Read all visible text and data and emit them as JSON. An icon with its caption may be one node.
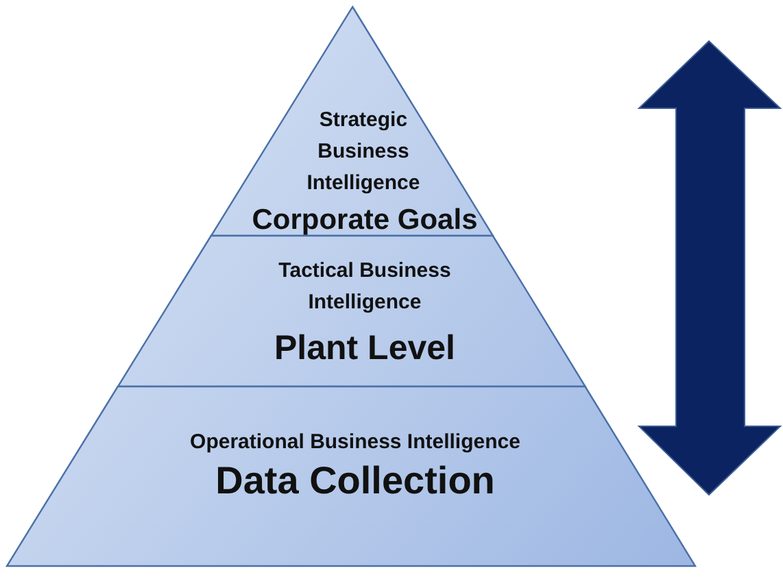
{
  "diagram": {
    "nodes": [
      {
        "text": [
          "Strategic Business Intelligence",
          "Corporate Goals"
        ]
      },
      {
        "text": [
          "Tactical Business Intelligence",
          "Plant Level"
        ]
      },
      {
        "text": [
          "Operational Business Intelligence",
          "Data Collection"
        ]
      }
    ]
  }
}
